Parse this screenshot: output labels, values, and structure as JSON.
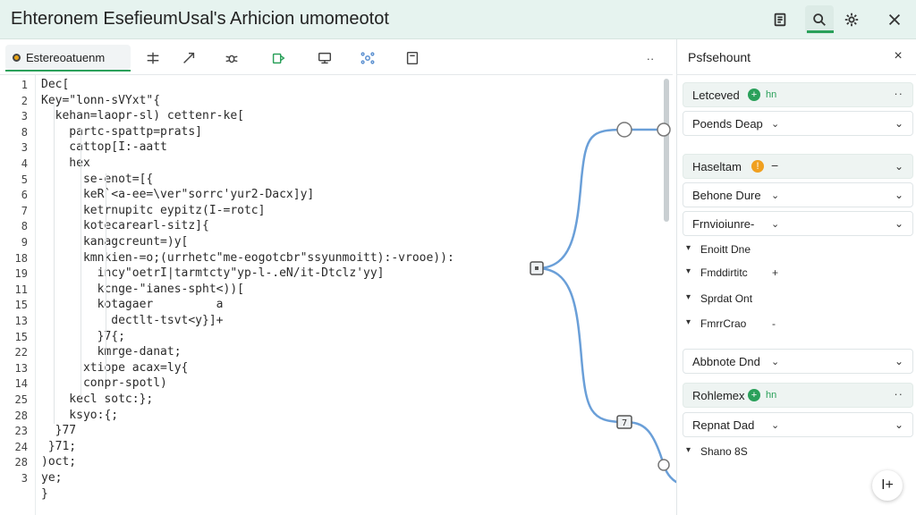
{
  "app": {
    "title": "Ehteronem EsefieumUsal's Arhicion umomeotot"
  },
  "titlebar_buttons": [
    {
      "name": "document-icon"
    },
    {
      "name": "search-icon"
    },
    {
      "name": "gear-icon"
    },
    {
      "name": "close-icon"
    }
  ],
  "toolbar": {
    "file_tab": "Estereoatuenm",
    "tools": [
      "grid-icon",
      "expand-icon",
      "bug-icon",
      "run-icon",
      "monitor-icon",
      "network-icon",
      "save-icon"
    ],
    "more": "··"
  },
  "editor": {
    "line_numbers": [
      "1",
      "2",
      "3",
      "8",
      "3",
      "4",
      "5",
      "6",
      "7",
      "8",
      "9",
      "18",
      "19",
      "11",
      "15",
      "13",
      "15",
      "22",
      "13",
      "14",
      "25",
      "28",
      "23",
      "24",
      "28",
      "3"
    ],
    "lines": [
      "Dec[",
      "Key=\"lonn-sVYxt\"{",
      "  kehan=laopr-sl) cettenr-ke[",
      "    partc-spattp=prats]",
      "    cattop[I:-aatt",
      "    hex",
      "      se-enot=[{",
      "      keR`<a-ee=\\ver\"sorrc'yur2-Dacx]y]",
      "      ketrnupitc eypitz(I-=rotc]",
      "      kotecarearl-sitz]{",
      "      kanagcreunt=)y[",
      "      kmnkien-=o;(urrhetc\"me-eogotcbr\"ssyunmoitt):-vrooe)):",
      "        incy\"oetrI|tarmtcty\"yp-l-.eN/it-Dtclz'yy]",
      "        kcnge-\"ianes-spht<))[",
      "        kotagaer         a",
      "          dectlt-tsvt<y}]+",
      "        }7{;",
      "        kmrge-danat;",
      "      xtiope acax=ly{",
      "      conpr-spotl)",
      "    kecl sotc:};",
      "    ksyo:{;",
      "  }77",
      " }71;",
      ")oct;",
      "ye;"
    ],
    "last_line_marker": "}"
  },
  "panel": {
    "title": "Psfsehount",
    "close": "×",
    "rows": [
      {
        "label": "Letceved",
        "kind": "section",
        "badge": "+",
        "badge_text": "hn"
      },
      {
        "label": "Poends Deap",
        "kind": "field"
      },
      {
        "label": "Haseltam",
        "kind": "section",
        "badge": "!",
        "dash": "−"
      },
      {
        "label": "Behone Dure",
        "kind": "field"
      },
      {
        "label": "Frnvioiunre-",
        "kind": "field"
      },
      {
        "label": "Enoitt Dne",
        "kind": "sub"
      },
      {
        "label": "Fmddirtitc",
        "kind": "sub",
        "tail": "+"
      },
      {
        "label": "Sprdat Ont",
        "kind": "sub"
      },
      {
        "label": "FmrrCrao",
        "kind": "sub",
        "tail": "-"
      },
      {
        "label": "Abbnote Dnd",
        "kind": "field"
      },
      {
        "label": "Rohlemex",
        "kind": "section",
        "badge": "+",
        "badge_text": "hn"
      },
      {
        "label": "Repnat Dad",
        "kind": "field"
      },
      {
        "label": "Shano 8S",
        "kind": "sub"
      }
    ],
    "chevron": "⌄",
    "menu": "··"
  },
  "fab": {
    "label": "I+"
  },
  "colors": {
    "accent_green": "#2aa05a",
    "connector_blue": "#6a9fd8",
    "badge_orange": "#f0a020",
    "titlebar_bg": "#e6f3ef"
  }
}
